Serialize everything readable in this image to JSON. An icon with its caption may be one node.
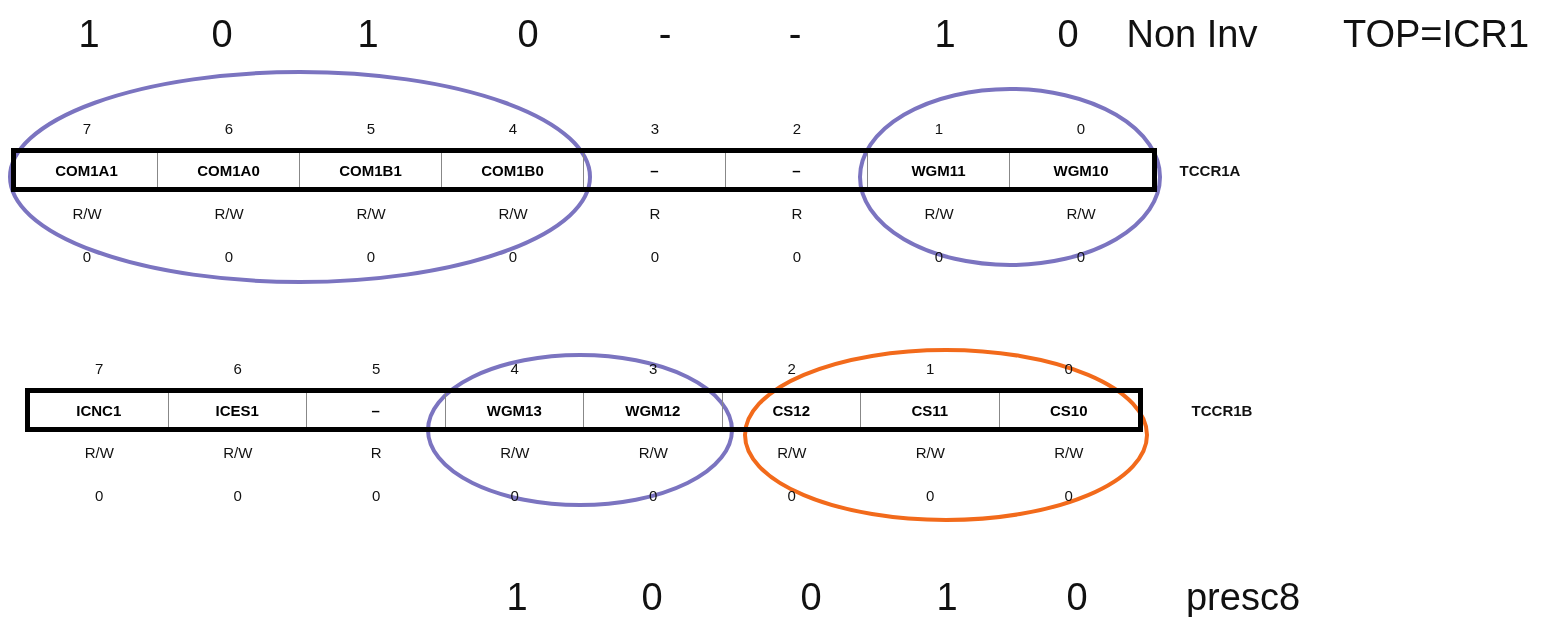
{
  "diagram": {
    "labels": [
      "1",
      "0",
      "1",
      "0",
      "-",
      "-",
      "1",
      "0",
      "Non Inv",
      "TOP=ICR1",
      "7",
      "6",
      "5",
      "4",
      "3",
      "2",
      "1",
      "0",
      "COM1A1",
      "COM1A0",
      "COM1B1",
      "COM1B0",
      "–",
      "–",
      "WGM11",
      "WGM10",
      "TCCR1A",
      "R/W",
      "R/W",
      "R/W",
      "R/W",
      "R",
      "R",
      "R/W",
      "R/W",
      "0",
      "0",
      "0",
      "0",
      "0",
      "0",
      "0",
      "0",
      "7",
      "6",
      "5",
      "4",
      "3",
      "2",
      "1",
      "0",
      "ICNC1",
      "ICES1",
      "–",
      "WGM13",
      "WGM12",
      "CS12",
      "CS11",
      "CS10",
      "TCCR1B",
      "R/W",
      "R/W",
      "R",
      "R/W",
      "R/W",
      "R/W",
      "R/W",
      "R/W",
      "0",
      "0",
      "0",
      "0",
      "0",
      "0",
      "0",
      "0",
      "1",
      "0",
      "0",
      "1",
      "0",
      "presc8"
    ]
  }
}
